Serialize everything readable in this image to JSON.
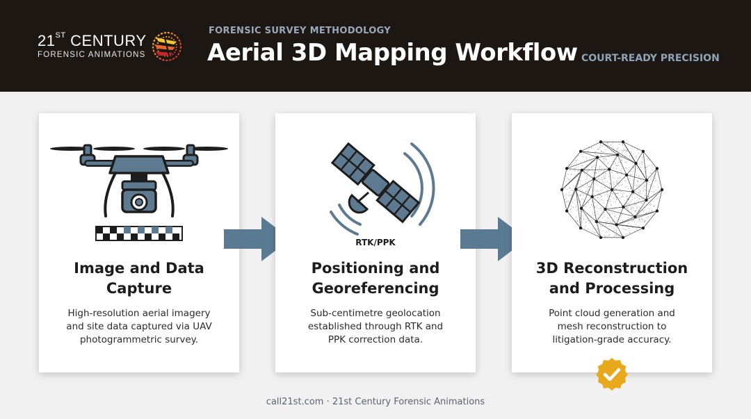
{
  "header": {
    "logo_line1": "21",
    "logo_sup": "ST",
    "logo_line1_rest": " CENTURY",
    "logo_line2": "FORENSIC ANIMATIONS",
    "eyebrow": "FORENSIC SURVEY METHODOLOGY",
    "title": "Aerial 3D Mapping Workflow",
    "tagline": "COURT-READY PRECISION"
  },
  "steps": [
    {
      "title_l1": "Image and Data",
      "title_l2": "Capture",
      "desc_l1": "High-resolution aerial imagery",
      "desc_l2": "and site data captured via UAV",
      "desc_l3": "photogrammetric survey.",
      "icon": "drone-icon"
    },
    {
      "title_l1": "Positioning and",
      "title_l2": "Georeferencing",
      "desc_l1": "Sub-centimetre geolocation",
      "desc_l2": "established through RTK and",
      "desc_l3": "PPK correction data.",
      "icon": "satellite-icon",
      "icon_label": "RTK/PPK"
    },
    {
      "title_l1": "3D Reconstruction",
      "title_l2": "and Processing",
      "desc_l1": "Point cloud generation and",
      "desc_l2": "mesh reconstruction to",
      "desc_l3": "litigation-grade accuracy.",
      "icon": "point-cloud-sphere-icon"
    }
  ],
  "footer": "call21st.com · 21st Century Forensic Animations",
  "colors": {
    "header_bg": "#1d1714",
    "accent_blue": "#5a7a92",
    "badge_gold": "#e8a91c"
  }
}
